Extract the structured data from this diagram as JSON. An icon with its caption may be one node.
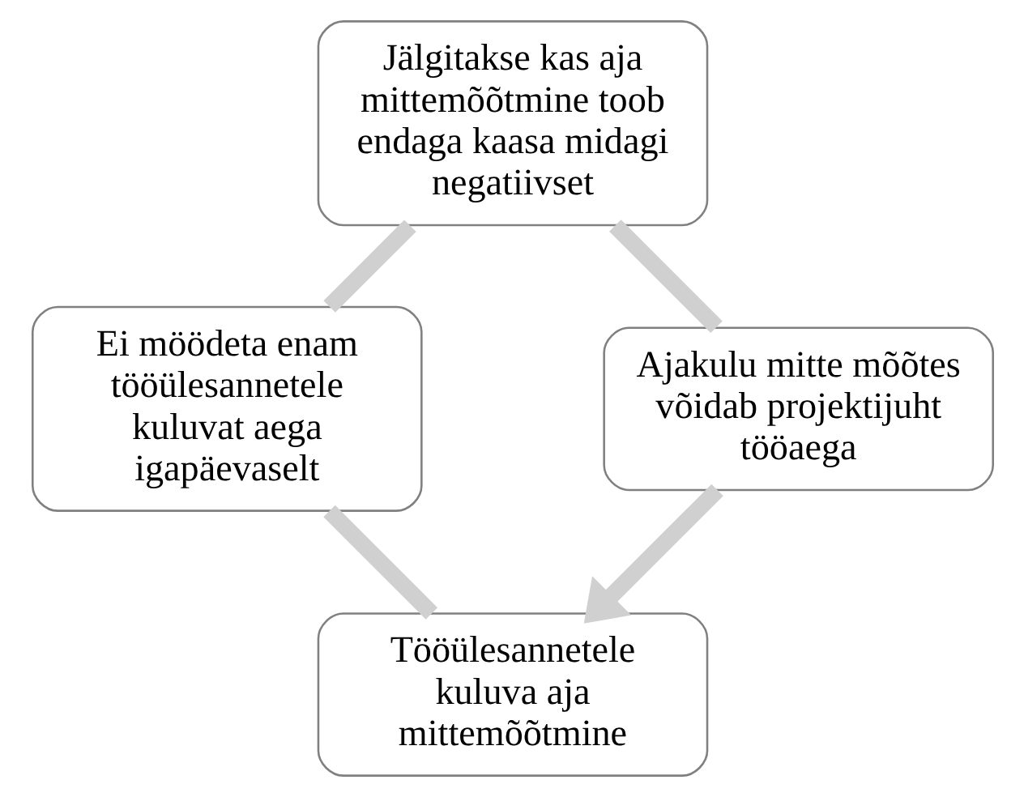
{
  "diagram": {
    "nodes": [
      {
        "text": [
          "Tööülesannetele kuluva aja mittemõõtmine"
        ]
      },
      {
        "text": [
          "Ei möödeta enam tööülesannetele kuluvat aega igapäevaselt"
        ]
      },
      {
        "text": [
          "Jälgitakse kas aja mittemõõtmine toob endaga kaasa midagi negatiivset"
        ]
      },
      {
        "text": [
          "Ajakulu mitte mõõtes võidab projektijuht tööaega"
        ]
      }
    ],
    "edges": [
      {
        "from": 0,
        "to": 1,
        "arrow": "none"
      },
      {
        "from": 1,
        "to": 2,
        "arrow": "none"
      },
      {
        "from": 2,
        "to": 3,
        "arrow": "none"
      },
      {
        "from": 3,
        "to": 0,
        "arrow": "to"
      }
    ]
  }
}
